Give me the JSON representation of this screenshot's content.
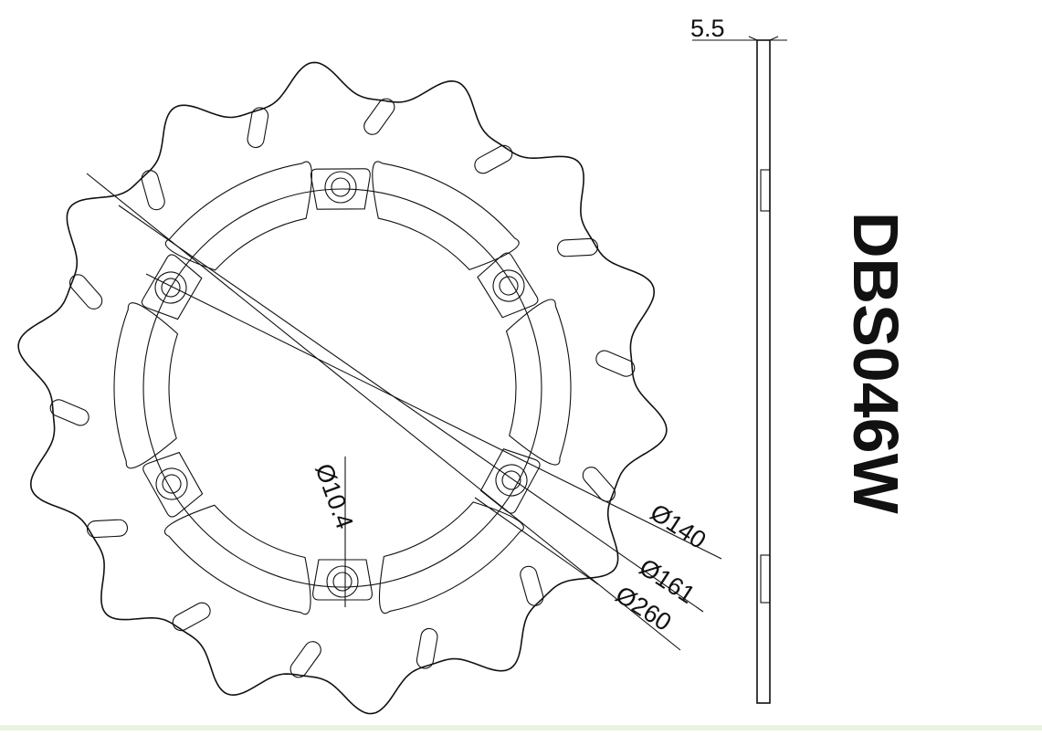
{
  "model_code": "DBS046W",
  "dimensions": {
    "thickness": "5.5",
    "mounting_hole": "Ø10.4",
    "bolt_circle": "Ø140",
    "inner_diameter": "Ø161",
    "outer_diameter": "Ø260"
  }
}
